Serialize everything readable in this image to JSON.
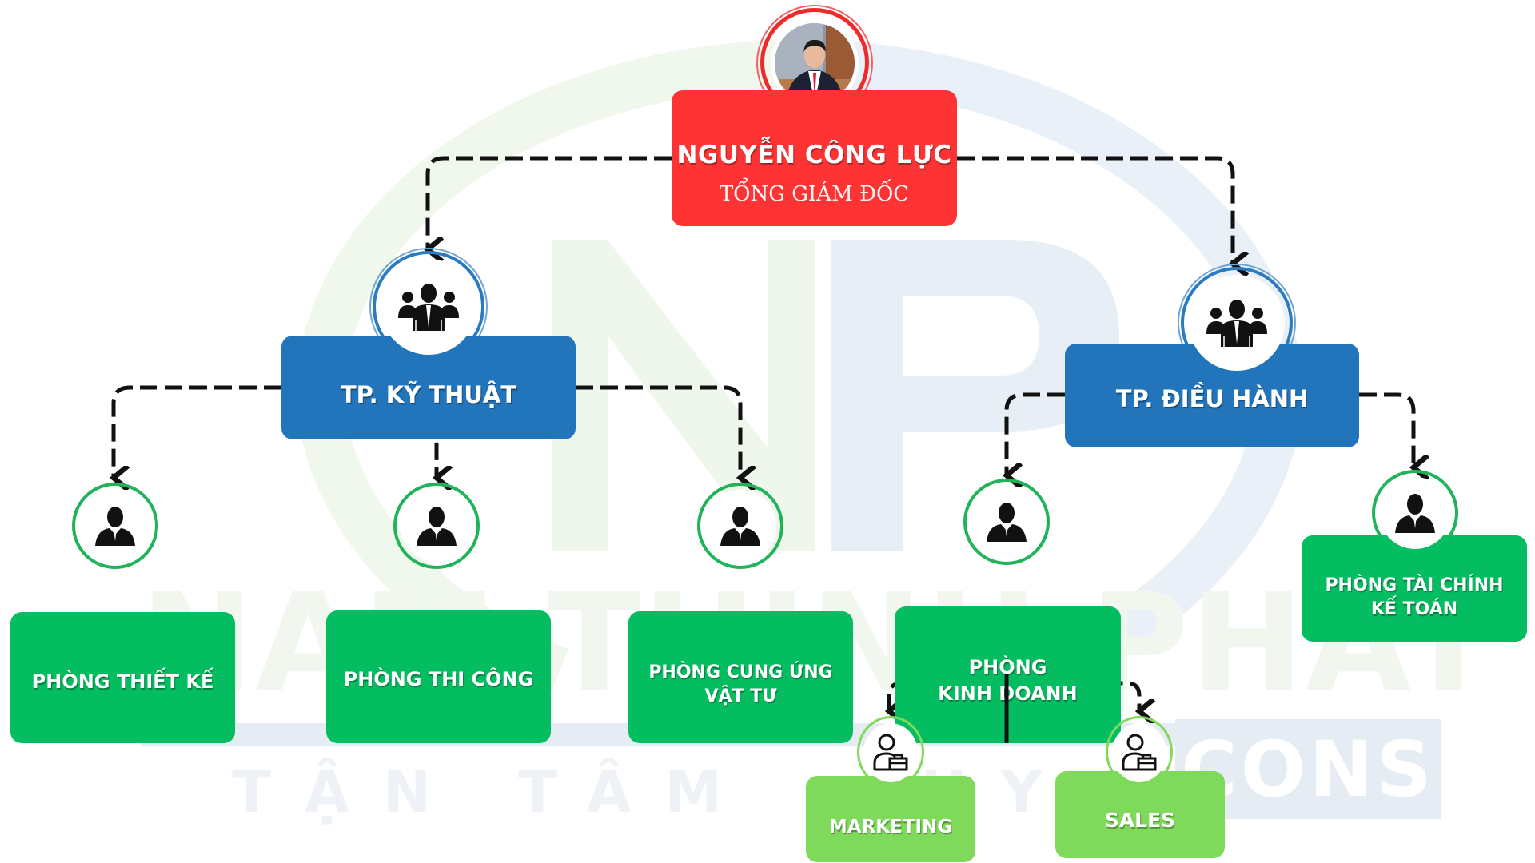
{
  "watermark": {
    "logo": "NP",
    "brand": "NAM THỊNH PHÁT",
    "slogan": "TẬN TÂM - UY TÍN",
    "suffix": "CONS",
    "colors": {
      "green": "#eef6e9",
      "blue": "#e6ecf4"
    }
  },
  "ceo": {
    "name": "NGUYỄN CÔNG LỰC",
    "title": "TỔNG GIÁM ĐỐC",
    "photo_icon": "portrait-photo",
    "color": "#fe3333"
  },
  "managers": [
    {
      "label": "TP. KỸ THUẬT",
      "icon": "team-icon",
      "color": "#2375bb"
    },
    {
      "label": "TP. ĐIỀU HÀNH",
      "icon": "team-icon",
      "color": "#2375bb"
    }
  ],
  "departments": [
    {
      "label_lines": [
        "PHÒNG THIẾT KẾ"
      ],
      "parent": "TP. KỸ THUẬT",
      "icon": "person-icon"
    },
    {
      "label_lines": [
        "PHÒNG THI CÔNG"
      ],
      "parent": "TP. KỸ THUẬT",
      "icon": "person-icon"
    },
    {
      "label_lines": [
        "PHÒNG CUNG ỨNG",
        "VẬT TƯ"
      ],
      "parent": "TP. KỸ THUẬT",
      "icon": "person-icon"
    },
    {
      "label_lines": [
        "PHÒNG",
        "KINH DOANH"
      ],
      "parent": "TP. ĐIỀU HÀNH",
      "icon": "person-icon"
    },
    {
      "label_lines": [
        "PHÒNG TÀI CHÍNH",
        "KẾ TOÁN"
      ],
      "parent": "TP. ĐIỀU HÀNH",
      "icon": "person-icon"
    }
  ],
  "teams": [
    {
      "label": "MARKETING",
      "parent": "PHÒNG KINH DOANH",
      "icon": "employee-briefcase-icon"
    },
    {
      "label": "SALES",
      "parent": "PHÒNG KINH DOANH",
      "icon": "employee-briefcase-icon"
    }
  ],
  "colors": {
    "department": "#05bd61",
    "team": "#7fd95a",
    "connector": "#111111"
  }
}
